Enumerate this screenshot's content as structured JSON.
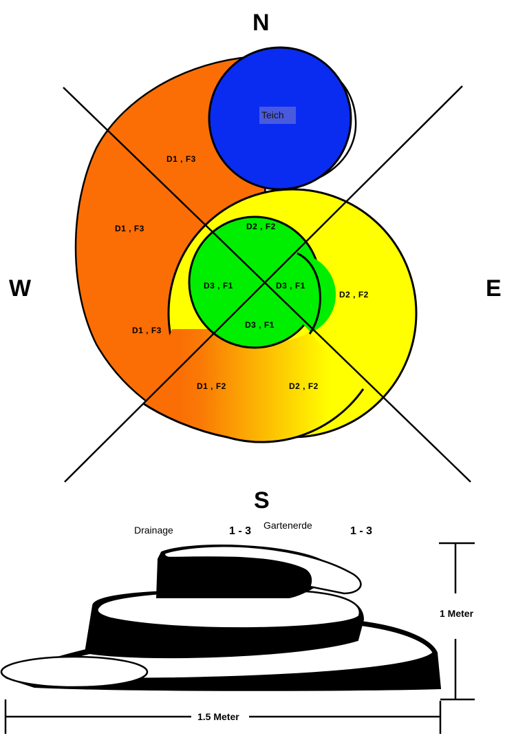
{
  "compass": {
    "north": "N",
    "west": "W",
    "east": "E",
    "south": "S"
  },
  "pond": {
    "label": "Teich"
  },
  "zones": {
    "orange_top": "D1 , F3",
    "orange_mid": "D1 , F3",
    "orange_low": "D1 , F3",
    "bottom_left": "D1 , F2",
    "bottom_right": "D2 , F2",
    "yellow_top": "D2 , F2",
    "yellow_right": "D2 , F2",
    "green_left": "D3 , F1",
    "green_right": "D3 , F1",
    "green_bottom": "D3 , F1"
  },
  "section": {
    "drainage_label": "Drainage",
    "drainage_ratio": "1 - 3",
    "soil_label": "Gartenerde",
    "soil_ratio": "1 - 3",
    "height_label": "1 Meter",
    "width_label": "1.5 Meter"
  },
  "colors": {
    "pond": "#0a2cf0",
    "orange": "#fa6e05",
    "yellow": "#ffff00",
    "green": "#00ee00",
    "outline": "#000000"
  }
}
